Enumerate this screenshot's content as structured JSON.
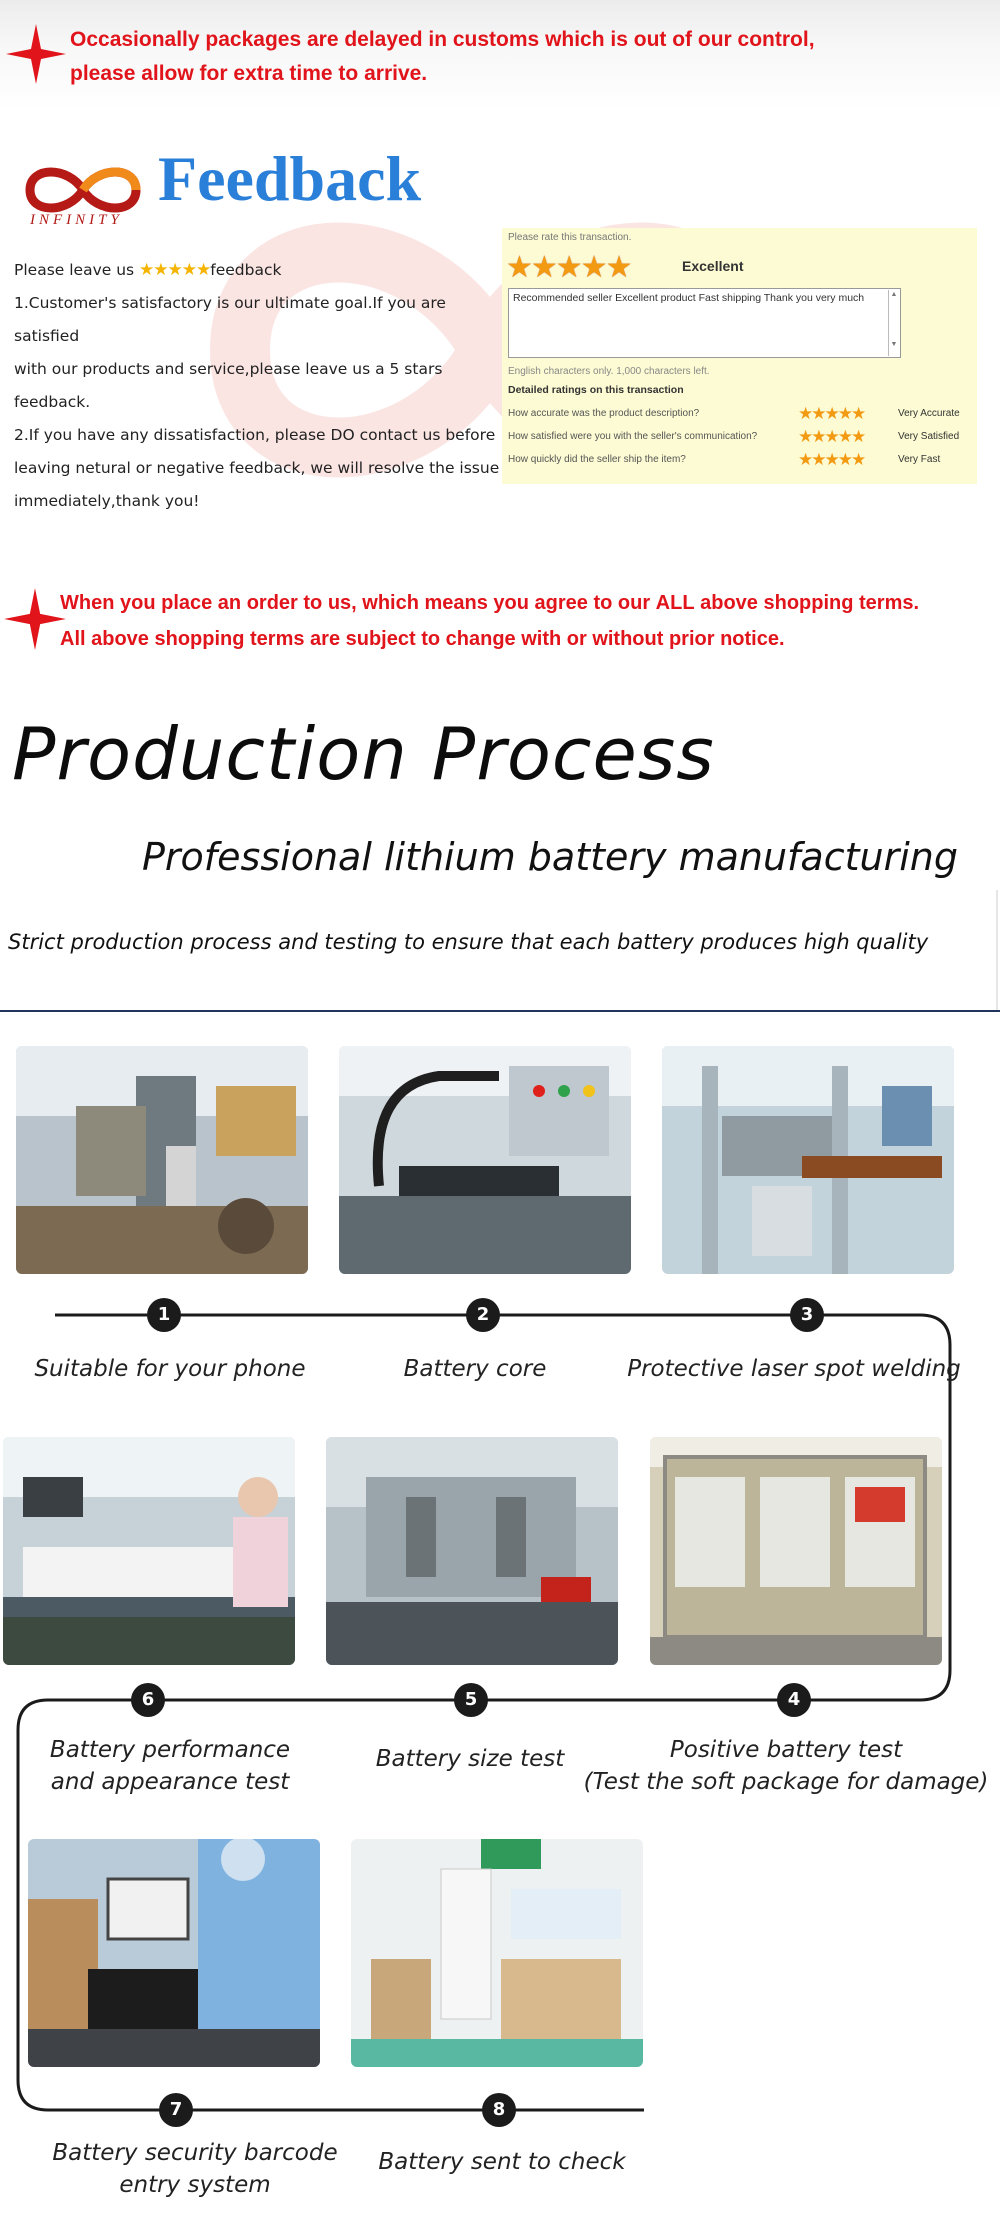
{
  "notice_top": {
    "line1": "Occasionally packages are delayed in customs which is out of our control,",
    "line2": "please allow for extra time to arrive."
  },
  "feedback": {
    "logo_text": "INFINITY",
    "title": "Feedback",
    "left": {
      "line1_pre": "Please leave us ",
      "stars": "★★★★★",
      "line1_post": "feedback",
      "line2": "1.Customer's satisfactory is our ultimate goal.If you are satisfied",
      "line3": "with our products and service,please leave us a 5 stars feedback.",
      "line4": "2.If you have any dissatisfaction, please DO contact us before",
      "line5": "leaving netural or negative feedback, we will resolve the issue",
      "line6": "immediately,thank you!"
    },
    "rating": {
      "prompt": "Please rate this transaction.",
      "stars": "★★★★★",
      "overall": "Excellent",
      "comment": "Recommended seller Excellent product Fast shipping Thank you very much",
      "chars_note": "English characters only. 1,000 characters left.",
      "details_heading": "Detailed ratings on this transaction",
      "details": [
        {
          "question": "How accurate was the product description?",
          "stars": "★★★★★",
          "answer": "Very Accurate"
        },
        {
          "question": "How satisfied were you with the seller's communication?",
          "stars": "★★★★★",
          "answer": "Very Satisfied"
        },
        {
          "question": "How quickly did the seller ship the item?",
          "stars": "★★★★★",
          "answer": "Very Fast"
        }
      ]
    }
  },
  "notice_terms": {
    "line1_pre": "When you place an order to us, which means you agree to our ",
    "line1_bold": "ALL",
    "line1_post": " above shopping terms.",
    "line2": "All above shopping terms are subject to change with or without prior notice."
  },
  "production": {
    "title": "Production Process",
    "subtitle": "Professional lithium battery manufacturing",
    "tagline": "Strict production process and testing to ensure that each battery produces high quality",
    "steps": [
      {
        "num": "1",
        "caption": "Suitable for your phone"
      },
      {
        "num": "2",
        "caption": "Battery core"
      },
      {
        "num": "3",
        "caption": "Protective laser spot welding"
      },
      {
        "num": "4",
        "caption_l1": "Positive battery test",
        "caption_l2": "(Test the soft package for damage)"
      },
      {
        "num": "5",
        "caption": "Battery size test"
      },
      {
        "num": "6",
        "caption_l1": "Battery performance",
        "caption_l2": "and appearance test"
      },
      {
        "num": "7",
        "caption_l1": "Battery security barcode",
        "caption_l2": "entry system"
      },
      {
        "num": "8",
        "caption": "Battery sent to check"
      }
    ]
  },
  "colors": {
    "notice_red": "#e0141a",
    "feedback_blue": "#2a7fd8",
    "rating_bg": "#fcfbd3",
    "star_orange": "#f39a13"
  }
}
